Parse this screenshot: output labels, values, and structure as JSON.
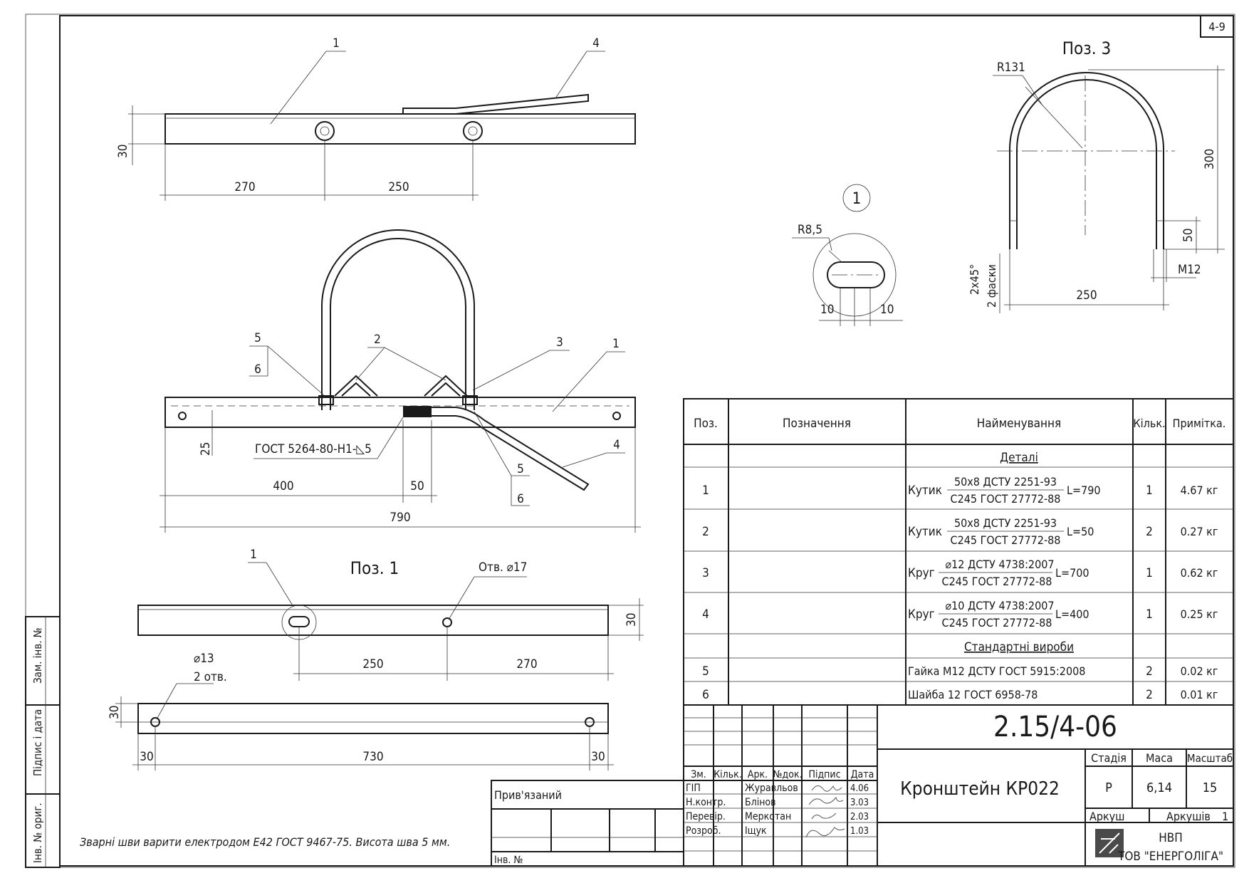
{
  "sheet_code": "4-9",
  "views": {
    "top": {
      "callout_1": "1",
      "callout_4": "4",
      "dim_30": "30",
      "dim_270": "270",
      "dim_250": "250"
    },
    "front": {
      "callout_5a": "5",
      "callout_6a": "6",
      "callout_2": "2",
      "callout_3": "3",
      "callout_1": "1",
      "callout_4": "4",
      "callout_5b": "5",
      "callout_6b": "6",
      "dim_25": "25",
      "weld_note": "ГОСТ 5264-80-Н1-◺5",
      "dim_400": "400",
      "dim_50": "50",
      "dim_790": "790"
    },
    "detail_1": {
      "title": "1",
      "radius": "R8,5",
      "dim_10a": "10",
      "dim_10b": "10"
    },
    "pos3": {
      "title": "Поз. 3",
      "radius": "R131",
      "dim_300": "300",
      "dim_50": "50",
      "thread": "M12",
      "chamfer": "2х45°",
      "chamfer_note": "2 фаски",
      "dim_250": "250"
    },
    "pos1": {
      "title": "Поз. 1",
      "callout_1": "1",
      "hole_note": "Отв. ⌀17",
      "dim_30a": "30",
      "dim_250": "250",
      "dim_270": "270",
      "hole13": "⌀13",
      "hole13_count": "2 отв.",
      "dim_30b": "30",
      "dim_30c": "30",
      "dim_730": "730",
      "dim_30d": "30"
    }
  },
  "spec": {
    "headers": [
      "Поз.",
      "Позначення",
      "Найменування",
      "Кільк.",
      "Примітка."
    ],
    "section_details": "Деталі",
    "section_standard": "Стандартні вироби",
    "rows": [
      {
        "pos": "1",
        "name": "Кутик",
        "frac_top": "50х8 ДСТУ 2251-93",
        "frac_bottom": "С245 ГОСТ 27772-88",
        "length": "L=790",
        "qty": "1",
        "note": "4.67 кг"
      },
      {
        "pos": "2",
        "name": "Кутик",
        "frac_top": "50х8 ДСТУ 2251-93",
        "frac_bottom": "С245 ГОСТ 27772-88",
        "length": "L=50",
        "qty": "2",
        "note": "0.27 кг"
      },
      {
        "pos": "3",
        "name": "Круг",
        "frac_top": "⌀12 ДСТУ 4738:2007",
        "frac_bottom": "С245 ГОСТ 27772-88",
        "length": "L=700",
        "qty": "1",
        "note": "0.62 кг"
      },
      {
        "pos": "4",
        "name": "Круг",
        "frac_top": "⌀10 ДСТУ 4738:2007",
        "frac_bottom": "С245 ГОСТ 27772-88",
        "length": "L=400",
        "qty": "1",
        "note": "0.25 кг"
      }
    ],
    "std_rows": [
      {
        "pos": "5",
        "name": "Гайка М12 ДСТУ ГОСТ 5915:2008",
        "qty": "2",
        "note": "0.02 кг"
      },
      {
        "pos": "6",
        "name": "Шайба 12 ГОСТ 6958-78",
        "qty": "2",
        "note": "0.01 кг"
      }
    ]
  },
  "title_block": {
    "doc_number": "2.15/4-06",
    "product": "Кронштейн КР022",
    "stage_h": "Стадія",
    "mass_h": "Маса",
    "scale_h": "Масштаб",
    "stage": "Р",
    "mass": "6,14",
    "scale": "15",
    "sheet_h": "Аркуш",
    "sheets_h": "Аркушів",
    "sheets": "1",
    "col_zm": "Зм.",
    "col_kilk": "Кільк.",
    "col_ark": "Арк.",
    "col_ndok": "№док.",
    "col_pidpys": "Підпис",
    "col_data": "Дата",
    "roles": [
      "ГІП",
      "Н.контр.",
      "Перевір.",
      "Розроб."
    ],
    "names": [
      "Журавльов",
      "Блінов",
      "Меркотан",
      "Іщук"
    ],
    "dates": [
      "4.06",
      "3.03",
      "2.03",
      "1.03"
    ],
    "company_1": "НВП",
    "company_2": "ТОВ \"ЕНЕРГОЛІГА\"",
    "pryvyazanyi": "Прив'язаний",
    "inv_no": "Інв. №"
  },
  "side_stamp": [
    "Зам. інв. №",
    "Підпис і дата",
    "Інв. № ориг."
  ],
  "note": "Зварні шви варити електродом Е42 ГОСТ 9467-75. Висота шва 5 мм."
}
